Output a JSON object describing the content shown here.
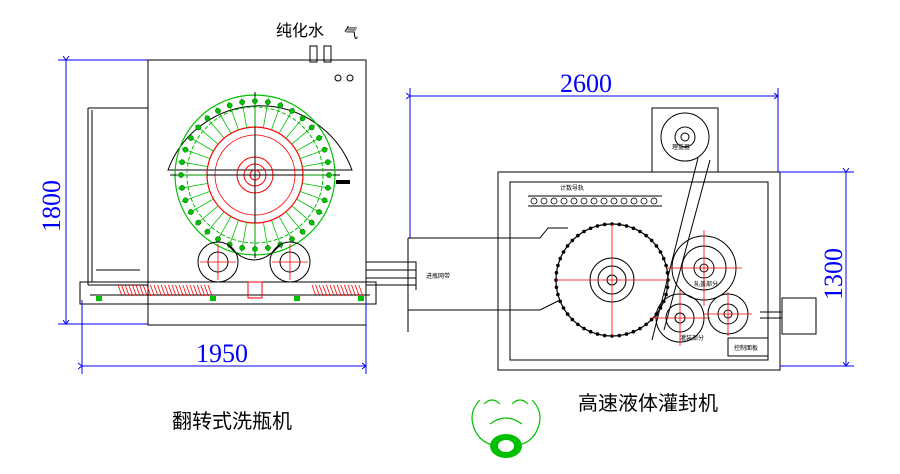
{
  "labels": {
    "water": "纯化水",
    "gas": "气",
    "washer_caption": "翻转式洗瓶机",
    "filler_caption": "高速液体灌封机"
  },
  "dimensions": {
    "washer_height": "1800",
    "washer_width": "1950",
    "filler_width": "2600",
    "filler_height": "1300"
  },
  "small_labels": {
    "top_station": "理盖器",
    "conveyor": "进瓶网带",
    "rail": "计数导轨",
    "capping": "轧盖部分",
    "filling": "灌装部分",
    "control": "控制面板"
  },
  "colors": {
    "line": "#000000",
    "dimension": "#0000ff",
    "green": "#00c000",
    "red": "#ff0000"
  }
}
